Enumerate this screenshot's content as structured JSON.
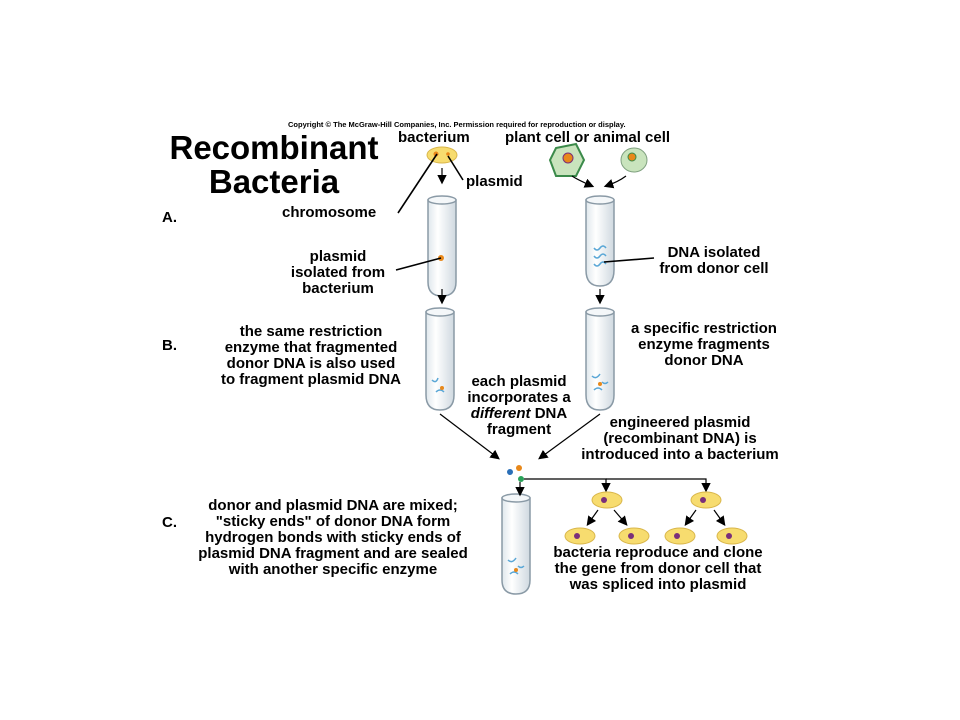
{
  "copyright": "Copyright © The McGraw-Hill Companies, Inc. Permission required for reproduction or display.",
  "title_line1": "Recombinant",
  "title_line2": "Bacteria",
  "steps": {
    "a": "A.",
    "b": "B.",
    "c": "C."
  },
  "labels": {
    "bacterium": "bacterium",
    "plasmid": "plasmid",
    "chromosome": "chromosome",
    "donor_cells": "plant cell or animal cell",
    "plasmid_isolated": [
      "plasmid",
      "isolated from",
      "bacterium"
    ],
    "dna_isolated": [
      "DNA isolated",
      "from donor cell"
    ],
    "same_enzyme": [
      "the same restriction",
      "enzyme that fragmented",
      "donor DNA is also used",
      "to fragment plasmid DNA"
    ],
    "specific_enzyme": [
      "a specific restriction",
      "enzyme fragments",
      "donor DNA"
    ],
    "each_plasmid_line1": "each plasmid",
    "each_plasmid_line2": "incorporates a",
    "each_plasmid_line3_italic": "different",
    "each_plasmid_line3_rest": " DNA",
    "each_plasmid_line4": "fragment",
    "engineered": [
      "engineered plasmid",
      "(recombinant DNA) is",
      "introduced into a bacterium"
    ],
    "mixed": [
      "donor and plasmid DNA are mixed;",
      "\"sticky ends\" of donor DNA form",
      "hydrogen bonds with sticky ends of",
      "plasmid DNA fragment and are sealed",
      "with another specific enzyme"
    ],
    "reproduce": [
      "bacteria reproduce and clone",
      "the gene from donor cell that",
      "was spliced into plasmid"
    ]
  },
  "colors": {
    "bacterium": "#f7dc6f",
    "bacterium_edge": "#d9b64a",
    "plasmid_dot": "#e8881a",
    "cell_green": "#c9e4bd",
    "cell_edge": "#3b8a4a",
    "dna_blue": "#5aa7d6",
    "clone_dot": "#7a2f7a",
    "tube_edge": "#8a9aa6",
    "tube_fill": "#eef3f6"
  }
}
